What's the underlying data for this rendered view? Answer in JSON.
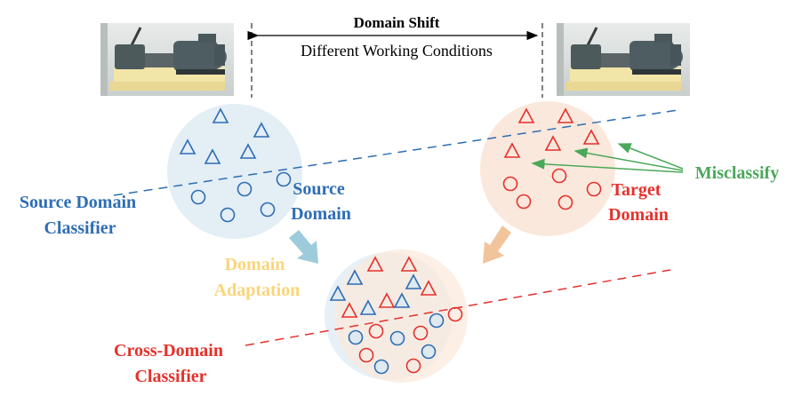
{
  "header": {
    "title": "Domain Shift",
    "subtitle": "Different Working Conditions"
  },
  "images": {
    "source_machine": "motor-test-rig-photo",
    "target_machine": "motor-test-rig-photo"
  },
  "labels": {
    "source_classifier_line1": "Source Domain",
    "source_classifier_line2": "Classifier",
    "source_domain_line1": "Source",
    "source_domain_line2": "Domain",
    "target_domain_line1": "Target",
    "target_domain_line2": "Domain",
    "misclassify": "Misclassify",
    "adaptation_line1": "Domain",
    "adaptation_line2": "Adaptation",
    "cross_classifier_line1": "Cross-Domain",
    "cross_classifier_line2": "Classifier"
  },
  "colors": {
    "blue": "#2e6db4",
    "red": "#e5312b",
    "green": "#4aa85a",
    "yellow": "#f9d57a",
    "blue_bg": "#e3eef5",
    "orange_bg": "#fbe8dc",
    "blue_arrow": "#9ecbdb",
    "orange_arrow": "#f2c49c"
  },
  "clusters": {
    "source": {
      "triangles": 5,
      "circles": 5,
      "color": "blue"
    },
    "target": {
      "triangles": 5,
      "circles": 5,
      "color": "red"
    },
    "merged": {
      "blue_triangles": 5,
      "red_triangles": 5,
      "blue_circles": 5,
      "red_circles": 5
    }
  }
}
